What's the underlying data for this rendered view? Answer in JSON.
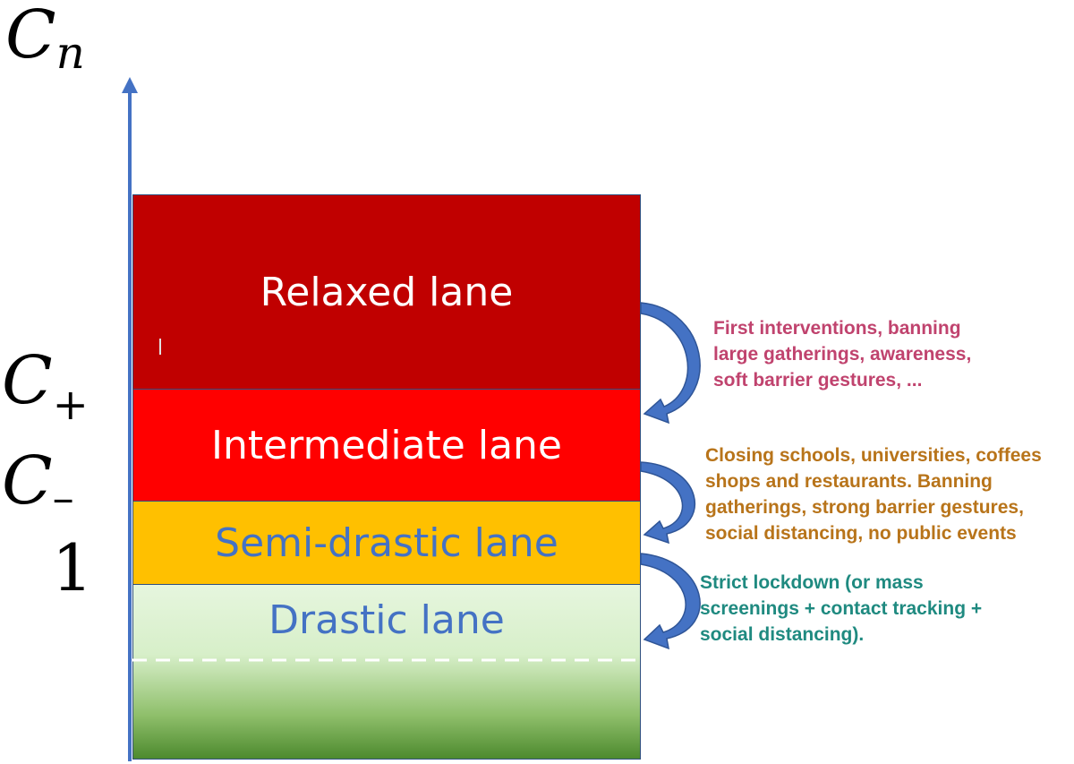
{
  "axis": {
    "y_symbol": "C",
    "y_symbol_sub": "n",
    "upper_threshold": "C",
    "upper_threshold_sub": "+",
    "lower_threshold": "C",
    "lower_threshold_sub": "–",
    "lower_value": "1"
  },
  "lanes": [
    {
      "label": "Relaxed lane",
      "color": "#c00000",
      "text_color": "#ffffff"
    },
    {
      "label": "Intermediate lane",
      "color": "#ff0000",
      "text_color": "#ffffff"
    },
    {
      "label": "Semi-drastic lane",
      "color": "#ffc000",
      "text_color": "#4472c4"
    },
    {
      "label": "Drastic lane",
      "color": "#e2f5d8",
      "text_color": "#4472c4"
    }
  ],
  "transitions": [
    {
      "text": "First interventions, banning\nlarge gatherings, awareness,\nsoft barrier gestures, ...",
      "color": "#c0436e"
    },
    {
      "text": "Closing schools, universities, coffees\nshops and restaurants. Banning\ngatherings, strong barrier gestures,\nsocial distancing, no public events",
      "color": "#b8741a"
    },
    {
      "text": "  Strict lockdown (or mass\nscreenings +  contact tracking +\nsocial distancing).",
      "color": "#1f8a80"
    }
  ],
  "colors": {
    "axis": "#4472c4",
    "arrow": "#4472c4"
  }
}
